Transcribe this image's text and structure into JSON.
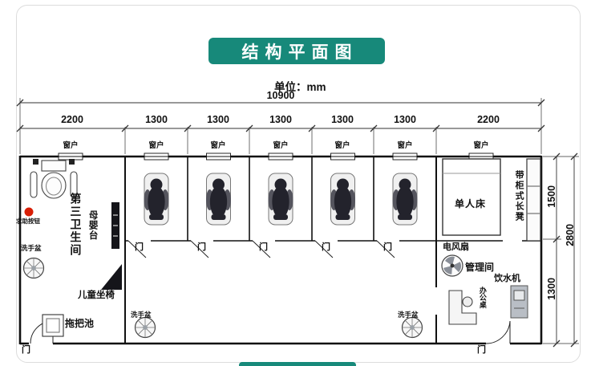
{
  "banner": {
    "title": "结构平面图"
  },
  "unit_label": "单位：mm",
  "dims": {
    "total_width": "10900",
    "segments": [
      "2200",
      "1300",
      "1300",
      "1300",
      "1300",
      "1300",
      "2200"
    ],
    "side_upper": "1500",
    "side_lower": "1300",
    "side_total": "2800"
  },
  "labels": {
    "window": "窗户",
    "door": "门"
  },
  "left_room": {
    "name": "第三卫生间",
    "baby_table": "母婴台",
    "help_button": "求助按钮",
    "wash_basin": "洗手盆",
    "child_seat": "儿童坐椅",
    "mop_pool": "拖把池"
  },
  "corridor": {
    "wash_basin": "洗手盆"
  },
  "right_room": {
    "bed": "单人床",
    "bench": "带柜式长凳",
    "fan": "电风扇",
    "name": "管理间",
    "water_dispenser": "饮水机",
    "desk": "办公桌"
  },
  "colors": {
    "banner_bg": "#17897A",
    "help_button_red": "#D81E06",
    "line": "#111111"
  }
}
